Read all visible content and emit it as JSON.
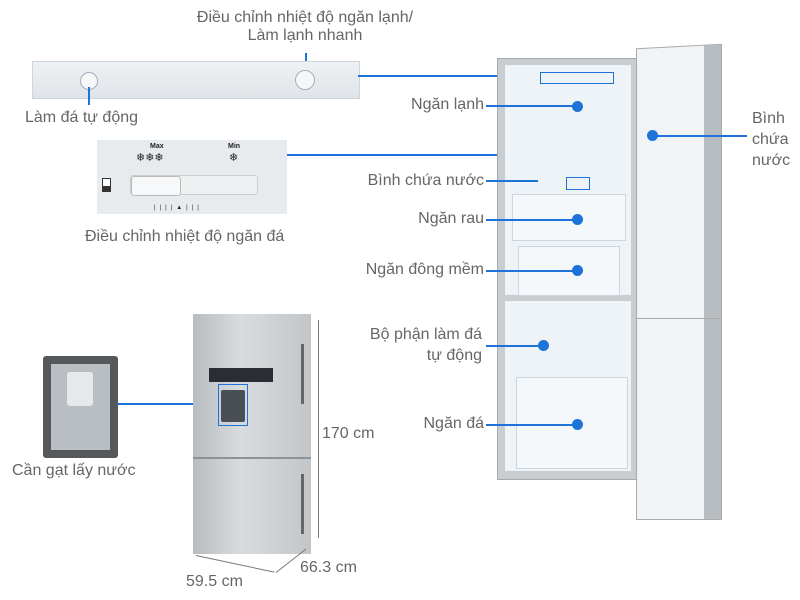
{
  "labels": {
    "fridge_temp_control_line1": "Điều chỉnh nhiệt độ ngăn lạnh/",
    "fridge_temp_control_line2": "Làm lạnh nhanh",
    "auto_ice": "Làm đá tự động",
    "freezer_temp_control": "Điều chỉnh nhiệt độ ngăn đá",
    "fridge_compartment": "Ngăn lạnh",
    "water_tank_inside": "Bình chứa nước",
    "vegetable_drawer": "Ngăn rau",
    "soft_freeze": "Ngăn đông mềm",
    "ice_maker_line1": "Bộ phận làm đá",
    "ice_maker_line2": "tự động",
    "freezer": "Ngăn đá",
    "water_tank_door_line1": "Bình",
    "water_tank_door_line2": "chứa",
    "water_tank_door_line3": "nước",
    "dispenser_lever": "Cần gạt lấy nước"
  },
  "dial_panel": {
    "max": "Max",
    "min": "Min"
  },
  "dimensions": {
    "height": "170 cm",
    "width": "59.5 cm",
    "depth": "66.3 cm"
  },
  "colors": {
    "accent": "#1e73d8",
    "text": "#666666"
  }
}
